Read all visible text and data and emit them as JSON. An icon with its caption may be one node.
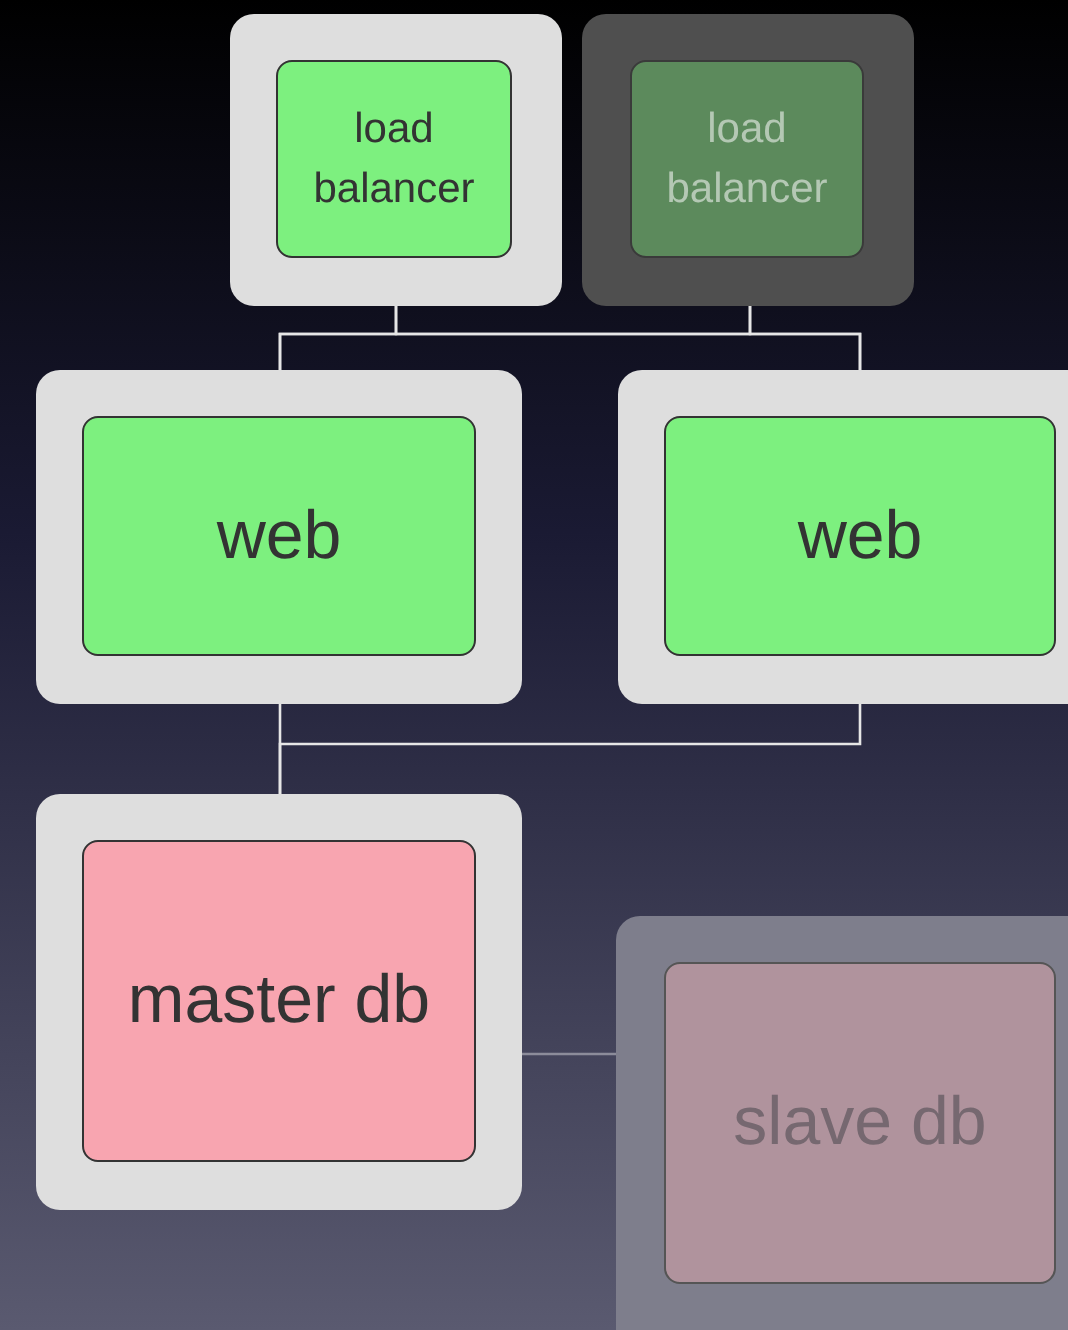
{
  "diagram": {
    "nodes": [
      {
        "text": [],
        "shape": "box"
      },
      {
        "text": [
          "load balancer"
        ],
        "in": 0
      },
      {
        "text": [],
        "shape": "box"
      },
      {
        "text": [
          "load balancer"
        ],
        "in": 2
      },
      {
        "text": [],
        "shape": "box"
      },
      {
        "text": [
          "web"
        ],
        "in": 4
      },
      {
        "text": [],
        "shape": "box"
      },
      {
        "text": [
          "web"
        ],
        "in": 6
      },
      {
        "text": [],
        "shape": "box"
      },
      {
        "text": [
          "master db"
        ],
        "in": 8
      },
      {
        "text": [],
        "shape": "box"
      },
      {
        "text": [
          "slave db"
        ],
        "in": 10
      }
    ],
    "edges": [
      {
        "from": 0,
        "to": 4,
        "arrow": "none"
      },
      {
        "from": 0,
        "to": 6,
        "arrow": "none"
      },
      {
        "from": 2,
        "to": 4,
        "arrow": "none"
      },
      {
        "from": 2,
        "to": 6,
        "arrow": "none"
      },
      {
        "from": 4,
        "to": 8,
        "arrow": "none"
      },
      {
        "from": 6,
        "to": 8,
        "arrow": "none"
      },
      {
        "from": 8,
        "to": 10,
        "arrow": "none",
        "color": "#8c8c9a"
      }
    ]
  }
}
